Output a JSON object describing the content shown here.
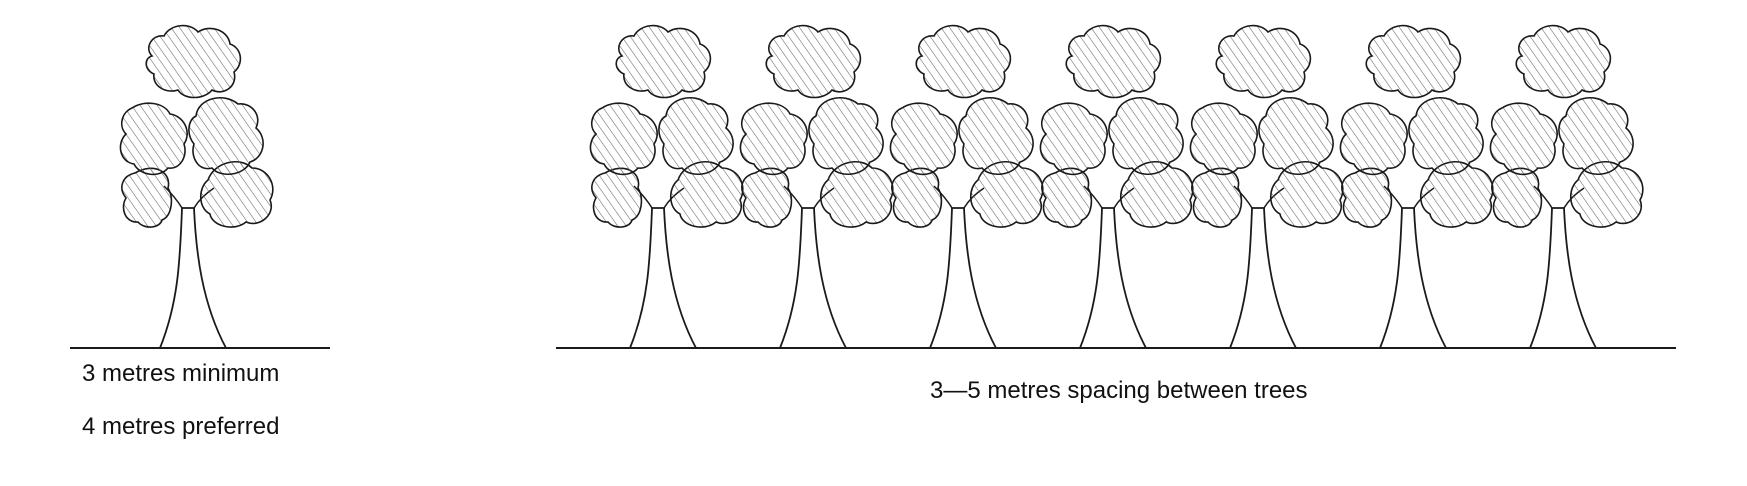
{
  "single_tree": {
    "minimum_label": "3 metres minimum",
    "preferred_label": "4 metres preferred"
  },
  "tree_row": {
    "spacing_label": "3—5 metres spacing between trees",
    "tree_count": 7
  },
  "colors": {
    "ink": "#1a1a1a",
    "hatch": "#555555",
    "background": "#ffffff"
  }
}
